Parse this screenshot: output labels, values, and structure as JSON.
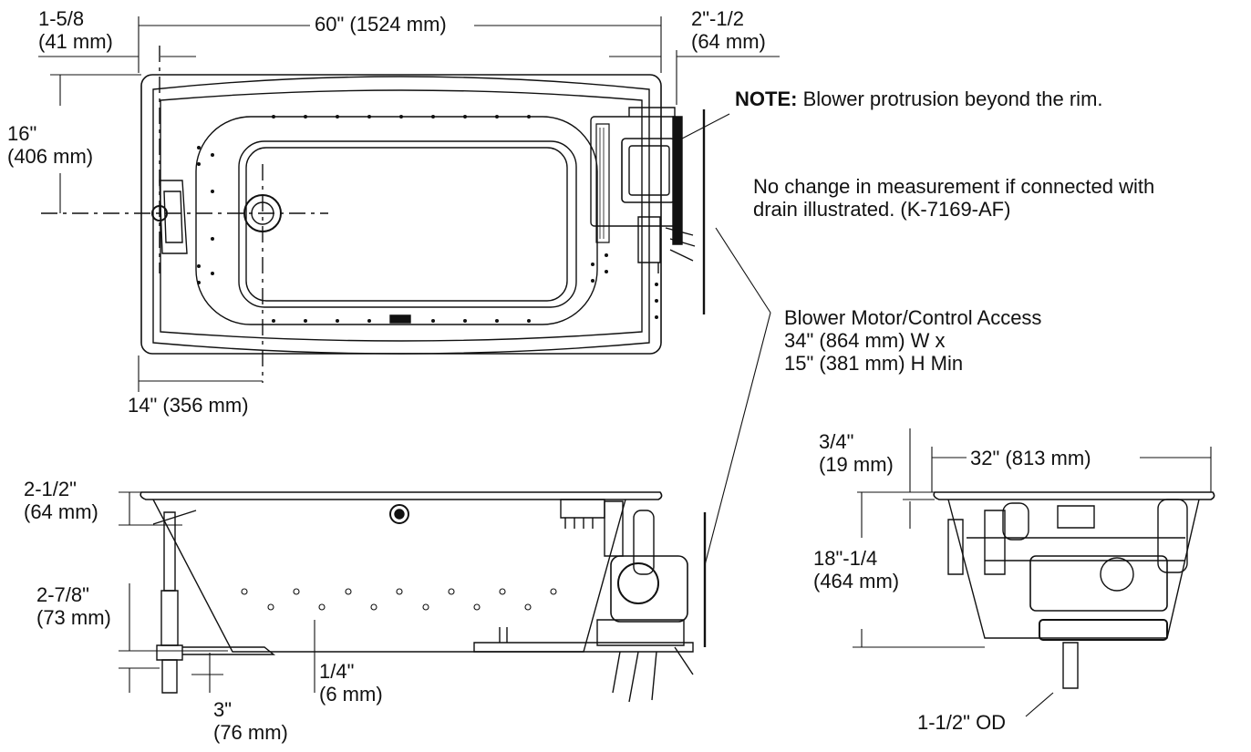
{
  "dimensions": {
    "top_left_inset": [
      "1-5/8",
      "(41 mm)"
    ],
    "overall_length": "60\" (1524 mm)",
    "top_right_overhang": [
      "2\"-1/2",
      "(64 mm)"
    ],
    "drain_from_side": [
      "16\"",
      "(406 mm)"
    ],
    "drain_from_end": "14\" (356 mm)",
    "rim_height_left": [
      "2-1/2\"",
      "(64 mm)"
    ],
    "drain_height": [
      "2-7/8\"",
      "(73 mm)"
    ],
    "drain_offset_small": [
      "1/4\"",
      "(6 mm)"
    ],
    "drain_below": [
      "3\"",
      "(76 mm)"
    ],
    "end_rim": [
      "3/4\"",
      "(19 mm)"
    ],
    "end_width": "32\" (813 mm)",
    "end_height": [
      "18\"-1/4",
      "(464 mm)"
    ],
    "drain_od": "1-1/2\" OD"
  },
  "notes": {
    "note_label": "NOTE:",
    "note_text": " Blower protrusion beyond the rim.",
    "measurement_note": [
      "No change in measurement if connected with",
      "drain illustrated. (K-7169-AF)"
    ],
    "access": [
      "Blower Motor/Control Access",
      "34\" (864 mm) W x",
      "15\" (381 mm) H Min"
    ]
  }
}
